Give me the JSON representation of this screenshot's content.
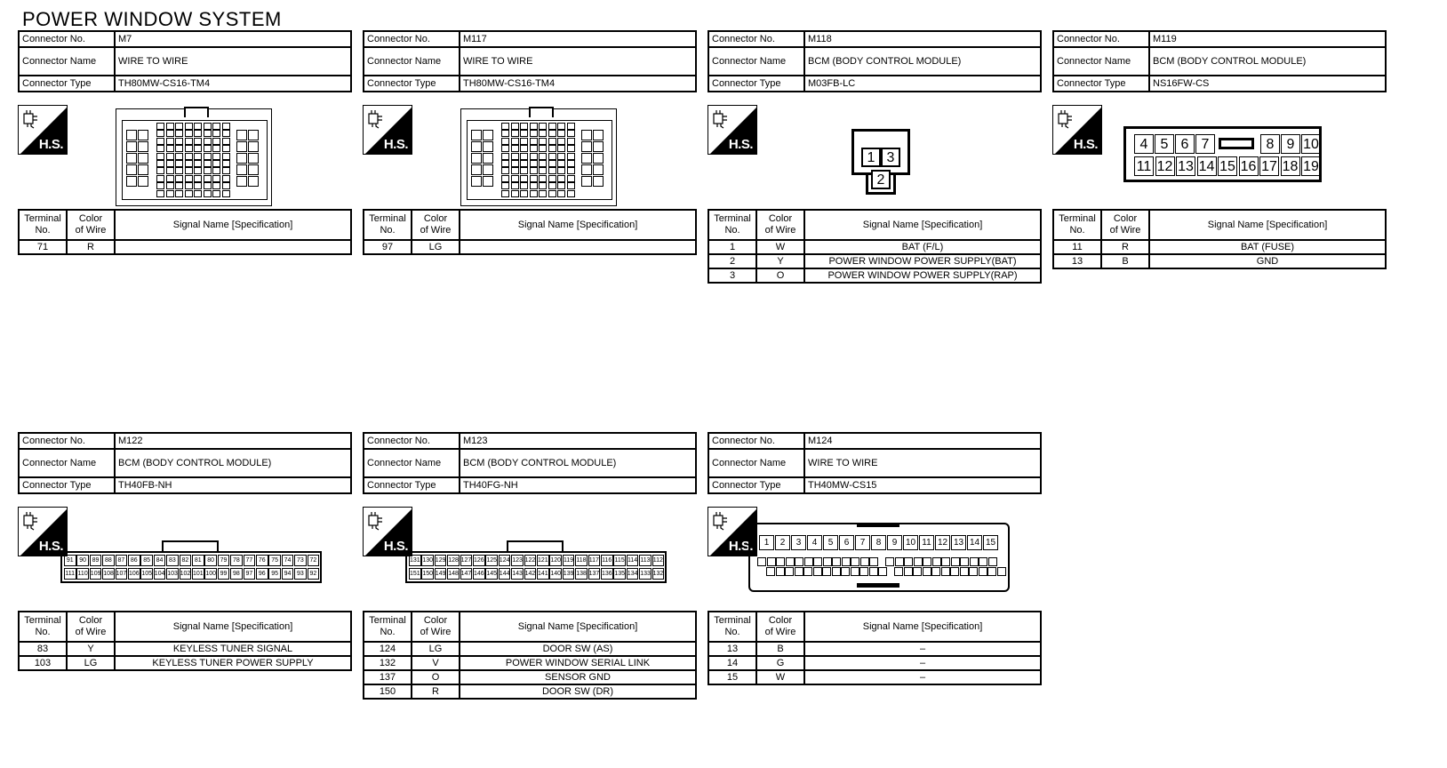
{
  "title": "POWER WINDOW SYSTEM",
  "labels": {
    "connector_no": "Connector No.",
    "connector_name": "Connector Name",
    "connector_type": "Connector Type",
    "hs": "H.S.",
    "terminal": "Terminal\nNo.",
    "color": "Color\nof Wire",
    "signal": "Signal Name [Specification]"
  },
  "connectors": [
    {
      "no": "M7",
      "name": "WIRE TO WIRE",
      "type": "TH80MW-CS16-TM4",
      "rows": [
        {
          "terminal": "71",
          "color": "R",
          "signal": ""
        }
      ]
    },
    {
      "no": "M117",
      "name": "WIRE TO WIRE",
      "type": "TH80MW-CS16-TM4",
      "rows": [
        {
          "terminal": "97",
          "color": "LG",
          "signal": ""
        }
      ]
    },
    {
      "no": "M118",
      "name": "BCM (BODY CONTROL MODULE)",
      "type": "M03FB-LC",
      "pins": [
        "1",
        "3",
        "2"
      ],
      "rows": [
        {
          "terminal": "1",
          "color": "W",
          "signal": "BAT (F/L)"
        },
        {
          "terminal": "2",
          "color": "Y",
          "signal": "POWER WINDOW POWER SUPPLY(BAT)"
        },
        {
          "terminal": "3",
          "color": "O",
          "signal": "POWER WINDOW POWER SUPPLY(RAP)"
        }
      ]
    },
    {
      "no": "M119",
      "name": "BCM (BODY CONTROL MODULE)",
      "type": "NS16FW-CS",
      "pins_top": [
        "4",
        "5",
        "6",
        "7",
        "8",
        "9",
        "10"
      ],
      "pins_bottom": [
        "11",
        "12",
        "13",
        "14",
        "15",
        "16",
        "17",
        "18",
        "19"
      ],
      "rows": [
        {
          "terminal": "11",
          "color": "R",
          "signal": "BAT (FUSE)"
        },
        {
          "terminal": "13",
          "color": "B",
          "signal": "GND"
        }
      ]
    },
    {
      "no": "M122",
      "name": "BCM (BODY CONTROL MODULE)",
      "type": "TH40FB-NH",
      "pins_top": [
        "91",
        "90",
        "89",
        "88",
        "87",
        "86",
        "85",
        "84",
        "83",
        "82",
        "81",
        "80",
        "79",
        "78",
        "77",
        "76",
        "75",
        "74",
        "73",
        "72"
      ],
      "pins_bottom": [
        "111",
        "110",
        "109",
        "108",
        "107",
        "106",
        "105",
        "104",
        "103",
        "102",
        "101",
        "100",
        "99",
        "98",
        "97",
        "96",
        "95",
        "94",
        "93",
        "92"
      ],
      "rows": [
        {
          "terminal": "83",
          "color": "Y",
          "signal": "KEYLESS TUNER SIGNAL"
        },
        {
          "terminal": "103",
          "color": "LG",
          "signal": "KEYLESS TUNER POWER SUPPLY"
        }
      ]
    },
    {
      "no": "M123",
      "name": "BCM (BODY CONTROL MODULE)",
      "type": "TH40FG-NH",
      "pins_top": [
        "131",
        "130",
        "129",
        "128",
        "127",
        "126",
        "125",
        "124",
        "123",
        "122",
        "121",
        "120",
        "119",
        "118",
        "117",
        "116",
        "115",
        "114",
        "113",
        "112"
      ],
      "pins_bottom": [
        "151",
        "150",
        "149",
        "148",
        "147",
        "146",
        "145",
        "144",
        "143",
        "142",
        "141",
        "140",
        "139",
        "138",
        "137",
        "136",
        "135",
        "134",
        "133",
        "132"
      ],
      "rows": [
        {
          "terminal": "124",
          "color": "LG",
          "signal": "DOOR SW (AS)"
        },
        {
          "terminal": "132",
          "color": "V",
          "signal": "POWER WINDOW SERIAL LINK"
        },
        {
          "terminal": "137",
          "color": "O",
          "signal": "SENSOR GND"
        },
        {
          "terminal": "150",
          "color": "R",
          "signal": "DOOR SW (DR)"
        }
      ]
    },
    {
      "no": "M124",
      "name": "WIRE TO WIRE",
      "type": "TH40MW-CS15",
      "pins_top": [
        "1",
        "2",
        "3",
        "4",
        "5",
        "6",
        "7",
        "8",
        "9",
        "10",
        "11",
        "12",
        "13",
        "14",
        "15"
      ],
      "rows": [
        {
          "terminal": "13",
          "color": "B",
          "signal": "–"
        },
        {
          "terminal": "14",
          "color": "G",
          "signal": "–"
        },
        {
          "terminal": "15",
          "color": "W",
          "signal": "–"
        }
      ]
    }
  ]
}
